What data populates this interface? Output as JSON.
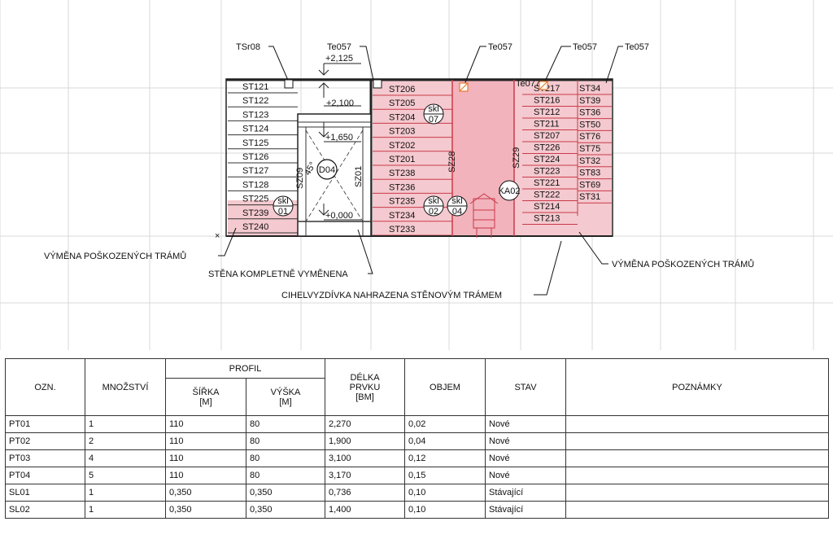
{
  "drawing": {
    "tags_top": [
      "TSr08",
      "Te057",
      "Te057",
      "Te057",
      "Te057"
    ],
    "tag_te077": "Te077",
    "levels": [
      "+2,125",
      "+2,100",
      "+1,650",
      "+0,000"
    ],
    "left_beams": [
      "ST121",
      "ST122",
      "ST123",
      "ST124",
      "ST125",
      "ST126",
      "ST127",
      "ST128",
      "ST225",
      "ST239",
      "ST240"
    ],
    "mid_beams": [
      "ST206",
      "ST205",
      "ST204",
      "ST203",
      "ST202",
      "ST201",
      "ST238",
      "ST236",
      "ST235",
      "ST234",
      "ST233"
    ],
    "right_beams_a": [
      "ST217",
      "ST216",
      "ST212",
      "ST211",
      "ST207",
      "ST226",
      "ST224",
      "ST223",
      "ST221",
      "ST222",
      "ST214",
      "ST213"
    ],
    "right_beams_b": [
      "ST34",
      "ST39",
      "ST36",
      "ST50",
      "ST76",
      "ST75",
      "ST32",
      "ST83",
      "ST69",
      "ST31"
    ],
    "walls": [
      "SZ09",
      "SZ01",
      "SZ28",
      "SZ29"
    ],
    "door": "D04",
    "bubbles": [
      {
        "top": "skl",
        "bottom": "07"
      },
      {
        "top": "skl",
        "bottom": "01"
      },
      {
        "top": "skl",
        "bottom": "02"
      },
      {
        "top": "skl",
        "bottom": "04"
      }
    ],
    "ka_tag": "KA02",
    "door_swing": "45°",
    "annotations": {
      "left": "VÝMĚNA POŠKOZENÝCH TRÁMŮ",
      "wall": "STĚNA KOMPLETNĚ VYMĚNENA",
      "brick": "CIHELVYZDÍVKA NAHRAZENA STĚNOVÝM TRÁMEM",
      "right": "VÝMĚNA POŠKOZENÝCH TRÁMŮ"
    },
    "colors": {
      "replaced_fill": "#f4c9cf",
      "replaced_line": "#c93a4a",
      "hatch_orange": "#e87a2c"
    }
  },
  "table": {
    "headers": {
      "ozn": "OZN.",
      "mnozstvi": "MNOŽSTVÍ",
      "profil": "PROFIL",
      "sirka": "ŠÍŘKA",
      "sirka_unit": "[M]",
      "vyska": "VÝŠKA",
      "vyska_unit": "[M]",
      "delka_1": "DÉLKA",
      "delka_2": "PRVKU",
      "delka_3": "[BM]",
      "objem": "OBJEM",
      "stav": "STAV",
      "poznamky": "POZNÁMKY"
    },
    "rows": [
      {
        "ozn": "PT01",
        "mnozstvi": "1",
        "sirka": "110",
        "vyska": "80",
        "delka": "2,270",
        "objem": "0,02",
        "stav": "Nové",
        "poznamky": ""
      },
      {
        "ozn": "PT02",
        "mnozstvi": "2",
        "sirka": "110",
        "vyska": "80",
        "delka": "1,900",
        "objem": "0,04",
        "stav": "Nové",
        "poznamky": ""
      },
      {
        "ozn": "PT03",
        "mnozstvi": "4",
        "sirka": "110",
        "vyska": "80",
        "delka": "3,100",
        "objem": "0,12",
        "stav": "Nové",
        "poznamky": ""
      },
      {
        "ozn": "PT04",
        "mnozstvi": "5",
        "sirka": "110",
        "vyska": "80",
        "delka": "3,170",
        "objem": "0,15",
        "stav": "Nové",
        "poznamky": ""
      },
      {
        "ozn": "SL01",
        "mnozstvi": "1",
        "sirka": "0,350",
        "vyska": "0,350",
        "delka": "0,736",
        "objem": "0,10",
        "stav": "Stávající",
        "poznamky": ""
      },
      {
        "ozn": "SL02",
        "mnozstvi": "1",
        "sirka": "0,350",
        "vyska": "0,350",
        "delka": "1,400",
        "objem": "0,10",
        "stav": "Stávající",
        "poznamky": ""
      }
    ]
  }
}
